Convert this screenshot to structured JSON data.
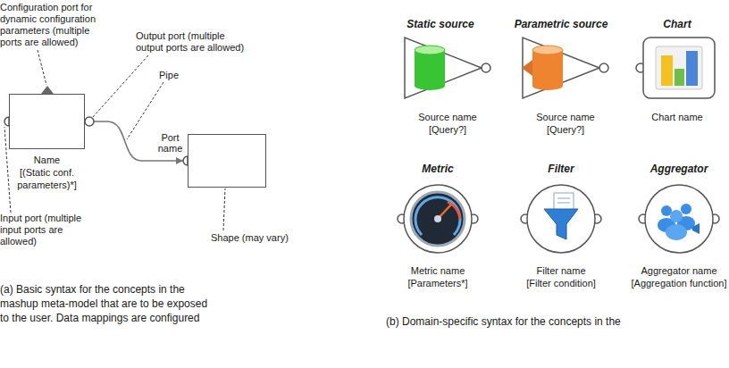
{
  "diagram": {
    "nodes": [
      {
        "text": [
          "Name [(Static conf. parameters)*]"
        ]
      },
      {
        "text": [
          "Port name"
        ]
      },
      {
        "text": [
          "Static source",
          "Source name [Query?]"
        ]
      },
      {
        "text": [
          "Parametric source",
          "Source name [Query?]"
        ]
      },
      {
        "text": [
          "Chart",
          "Chart name"
        ]
      },
      {
        "text": [
          "Metric",
          "Metric name [Parameters*]"
        ]
      },
      {
        "text": [
          "Filter",
          "Filter name [Filter condition]"
        ]
      },
      {
        "text": [
          "Aggregator",
          "Aggregator name [Aggregation function]"
        ]
      }
    ],
    "edges": [
      {
        "from": 0,
        "to": 1,
        "arrow": "to"
      }
    ],
    "labels": [
      "Configuration port for dynamic configuration parameters (multiple ports are allowed)",
      "Output port (multiple output ports are allowed)",
      "Pipe",
      "Input port (multiple input ports are allowed)",
      "Shape (may vary)",
      "(a) Basic syntax for the concepts in the mashup meta-model that are to be exposed to the user. Data mappings are configured",
      "(b) Domain-specific syntax for the concepts in the"
    ]
  }
}
